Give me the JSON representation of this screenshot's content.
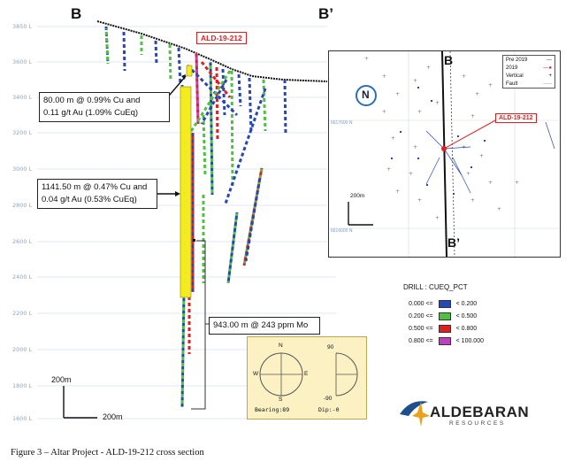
{
  "section": {
    "label_left": "B",
    "label_right": "B’",
    "drillhole_tag": "ALD-19-212"
  },
  "elevations": [
    "3850 L",
    "3600 L",
    "3400 L",
    "3200 L",
    "3000 L",
    "2800 L",
    "2600 L",
    "2400 L",
    "2200 L",
    "2000 L",
    "1800 L",
    "1600 L"
  ],
  "callouts": {
    "upper": [
      "80.00 m @ 0.99% Cu and",
      "0.11 g/t Au (1.09% CuEq)"
    ],
    "middle": [
      "1141.50 m @ 0.47% Cu and",
      "0.04 g/t Au (0.53% CuEq)"
    ],
    "molybdenum": "943.00 m @ 243 ppm Mo"
  },
  "scale": {
    "vertical": "200m",
    "horizontal": "200m"
  },
  "inset_map": {
    "label_top": "B",
    "label_bottom": "B’",
    "north": "N",
    "drillhole_tag": "ALD-19-212",
    "scale": "200m",
    "legend": {
      "pre": "Pre 2019",
      "current": "2019",
      "vertical": "Vertical",
      "fault": "Fault"
    },
    "grid_labels": {
      "upper_left": "6617600 N",
      "lower_left": "6616600 N"
    }
  },
  "drill_legend": {
    "title": "DRILL : CUEQ_PCT",
    "rows": [
      {
        "low": "0.000 <=",
        "high": "< 0.200",
        "color": "#2647b5"
      },
      {
        "low": "0.200 <=",
        "high": "< 0.500",
        "color": "#4fc043"
      },
      {
        "low": "0.500 <=",
        "high": "< 0.800",
        "color": "#e02020"
      },
      {
        "low": "0.800 <=",
        "high": "< 100.000",
        "color": "#c040c0"
      }
    ]
  },
  "stereonet": {
    "n": "N",
    "s": "S",
    "e": "E",
    "w": "W",
    "top": "90",
    "bottom": "-90",
    "bearing": "Bearing:89",
    "dip": "Dip:-0"
  },
  "logo": {
    "name": "ALDEBARAN",
    "sub": "RESOURCES"
  },
  "caption": "Figure 3 – Altar Project - ALD-19-212 cross section",
  "colors": {
    "intercept_yellow": "#f4ec1e",
    "topo": "#111111",
    "grid": "#cfdcec"
  }
}
